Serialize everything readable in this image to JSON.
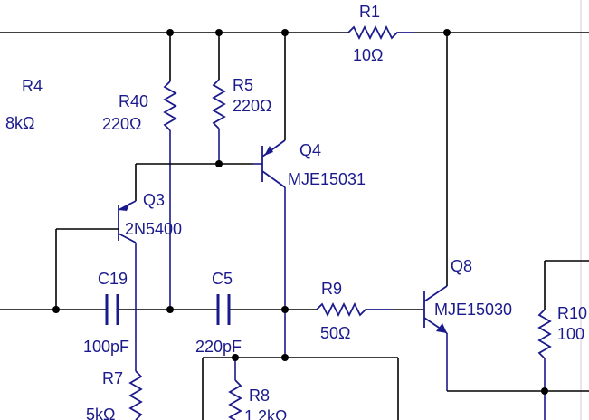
{
  "schematic": {
    "labels": {
      "r1": {
        "ref": "R1",
        "value": "10Ω"
      },
      "r4": {
        "ref": "R4",
        "value": "8kΩ"
      },
      "r40": {
        "ref": "R40",
        "value": "220Ω"
      },
      "r5": {
        "ref": "R5",
        "value": "220Ω"
      },
      "q4": {
        "ref": "Q4",
        "part": "MJE15031"
      },
      "q3": {
        "ref": "Q3",
        "part": "2N5400"
      },
      "c19": {
        "ref": "C19",
        "value": "100pF"
      },
      "c5": {
        "ref": "C5",
        "value": "220pF"
      },
      "r9": {
        "ref": "R9",
        "value": "50Ω"
      },
      "q8": {
        "ref": "Q8",
        "part": "MJE15030"
      },
      "r7": {
        "ref": "R7",
        "value": "5kΩ"
      },
      "r8": {
        "ref": "R8",
        "value": "1.2kΩ"
      },
      "r10": {
        "ref": "R10",
        "value": "100"
      }
    },
    "colors": {
      "component": "#1a1a8c",
      "wire": "#000000",
      "background": "#ffffff"
    }
  }
}
